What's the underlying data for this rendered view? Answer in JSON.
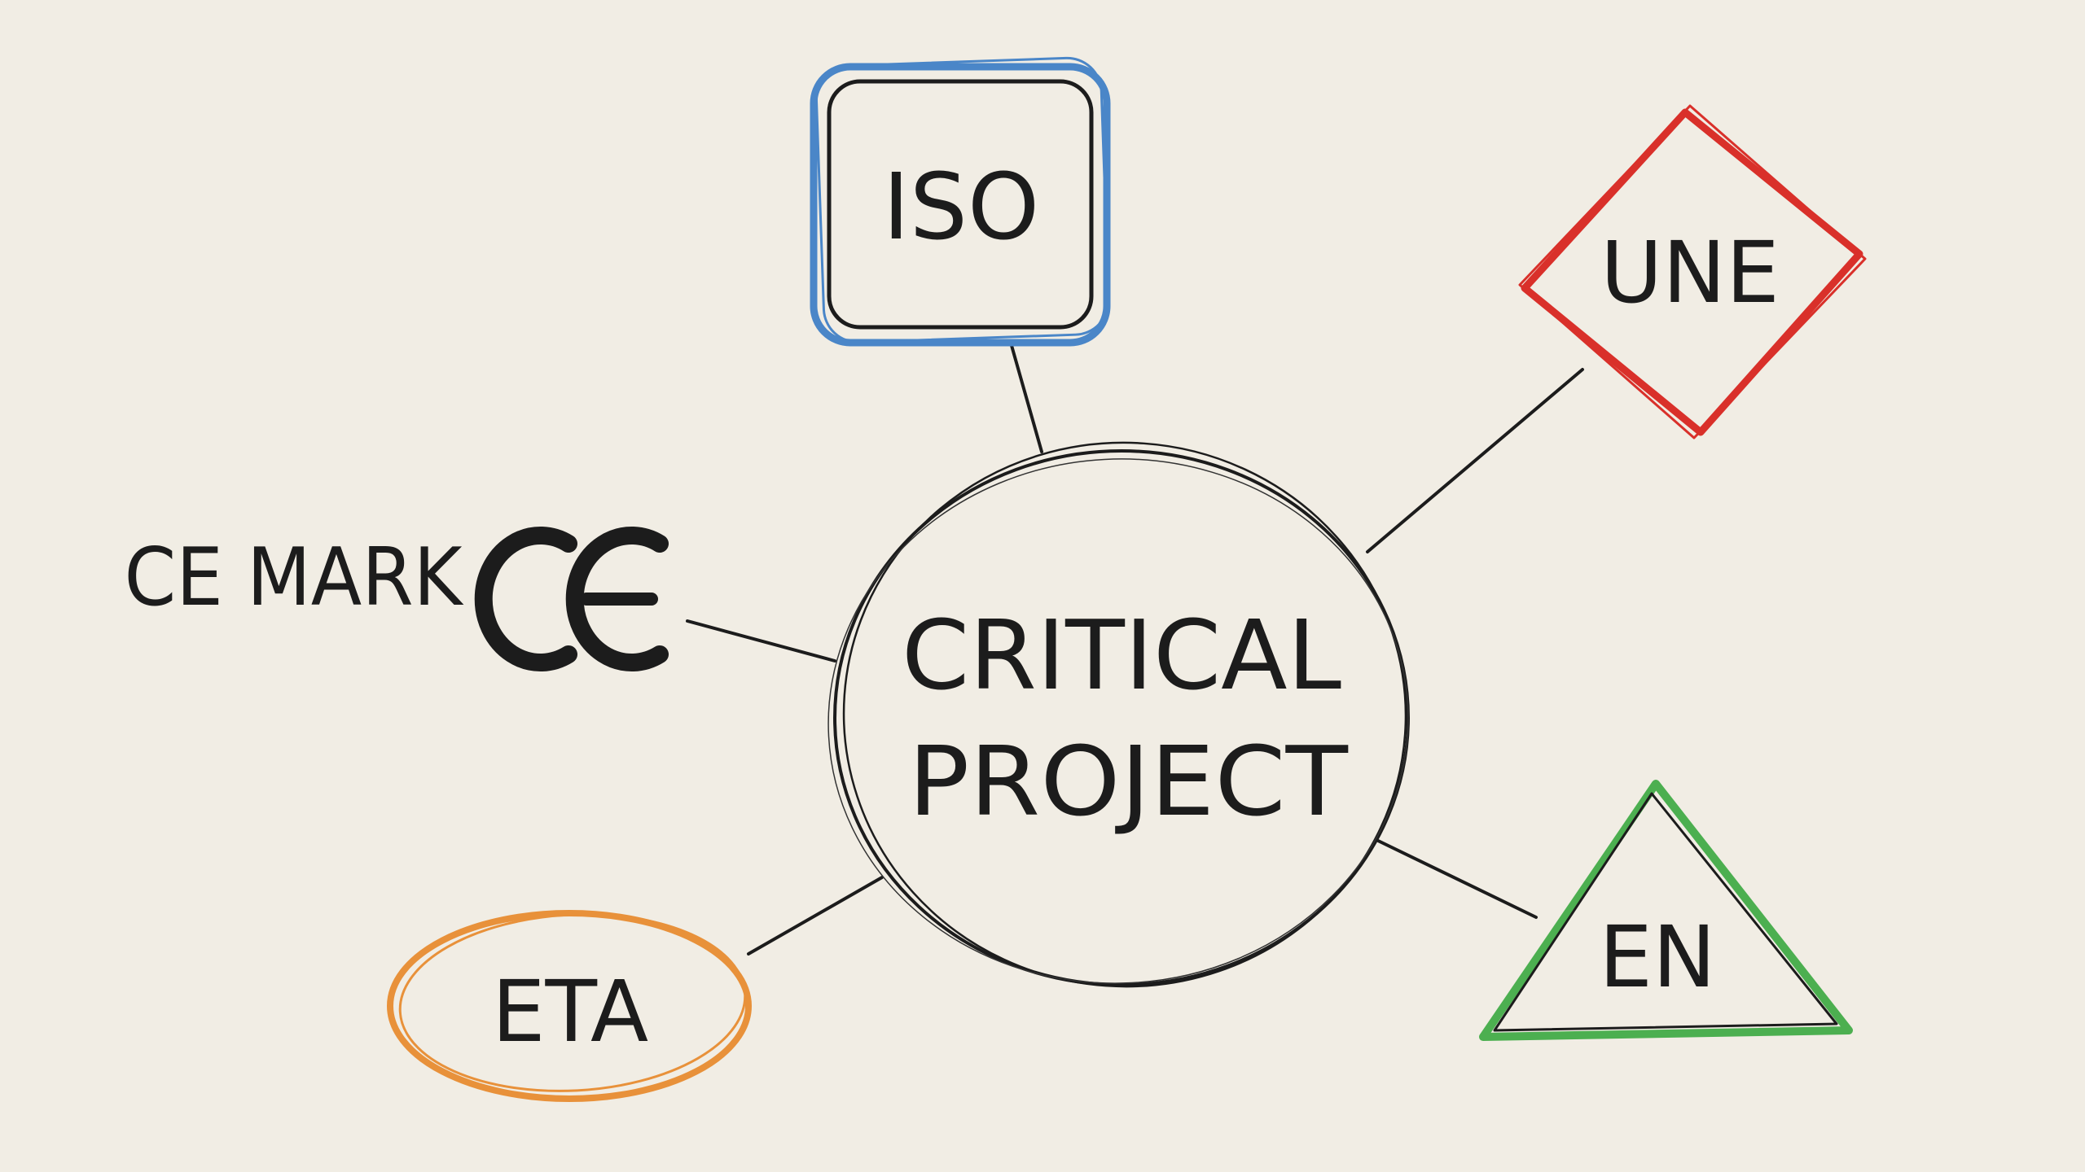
{
  "center": {
    "line1": "CRITICAL",
    "line2": "PROJECT"
  },
  "nodes": {
    "iso": {
      "label": "ISO",
      "shape": "rounded-square",
      "color": "#4a86c8"
    },
    "une": {
      "label": "UNE",
      "shape": "diamond",
      "color": "#d9302a"
    },
    "ce": {
      "label": "CE MARK",
      "symbol": "CE",
      "color": "#1c1c1c"
    },
    "eta": {
      "label": "ETA",
      "shape": "ellipse",
      "color": "#e8913a"
    },
    "en": {
      "label": "EN",
      "shape": "triangle",
      "color": "#4caf50"
    }
  },
  "colors": {
    "background": "#f1ede4",
    "ink": "#1c1c1c"
  }
}
